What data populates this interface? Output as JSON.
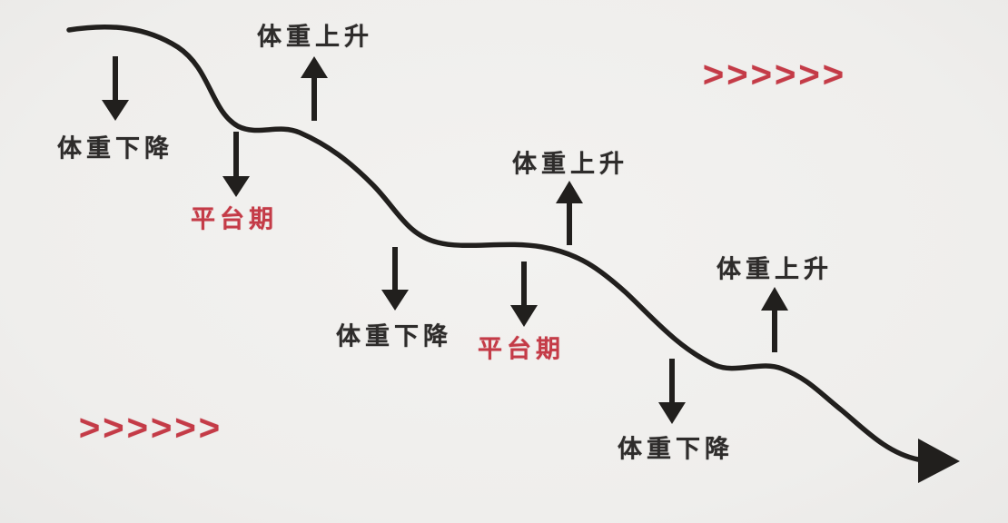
{
  "colors": {
    "bg": "#f1f0ee",
    "curve": "#211f1d",
    "text": "#2e2c2b",
    "accent": "#c43b47"
  },
  "diagram": {
    "description_note": "descending-staircase-weight-trend-curve",
    "labels": [
      {
        "key": "weight-down-1",
        "text": "体重下降"
      },
      {
        "key": "plateau-1",
        "text": "平台期"
      },
      {
        "key": "weight-up-1",
        "text": "体重上升"
      },
      {
        "key": "weight-down-2",
        "text": "体重下降"
      },
      {
        "key": "plateau-2",
        "text": "平台期"
      },
      {
        "key": "weight-up-2",
        "text": "体重上升"
      },
      {
        "key": "weight-up-3",
        "text": "体重上升"
      },
      {
        "key": "weight-down-3",
        "text": "体重下降"
      }
    ],
    "chevrons_top_right": ">>>>>>",
    "chevrons_bottom_left": ">>>>>>"
  }
}
